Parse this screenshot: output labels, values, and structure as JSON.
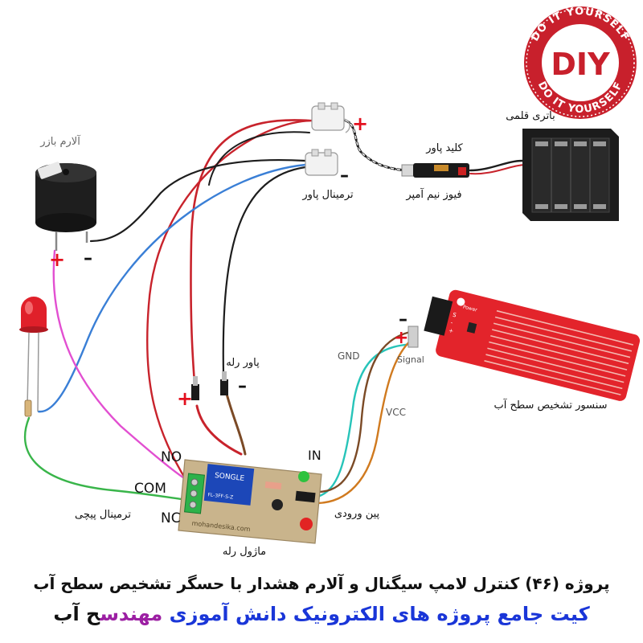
{
  "labels": {
    "buzzer": "آلارم بازر",
    "battery": "باتری قلمی",
    "power_switch": "کلید پاور",
    "fuse": "فیوز نیم آمپر",
    "power_terminal": "ترمینال پاور",
    "relay_power": "پاور رله",
    "sensor": "سنسور تشخیص  سطح آب",
    "input_pins": "پین ورودی",
    "relay_module": "ماژول رله",
    "screw_terminal": "ترمینال پیچی",
    "no": "NO",
    "com": "COM",
    "nc": "NC",
    "in": "IN",
    "gnd": "GND",
    "vcc": "VCC",
    "signal": "Signal",
    "plus": "+",
    "minus": "–"
  },
  "module": {
    "relay_brand": "SONGLE",
    "relay_model": "FL-3FF-S-Z",
    "website": "mohandesika.com",
    "sensor_brand": "Power",
    "pin_s": "S",
    "pin_minus": "-",
    "pin_plus": "+"
  },
  "logo": {
    "text": "DIY",
    "ring_top": "DO IT YOURSELF",
    "ring_bottom": "DO IT YOURSELF"
  },
  "captions": {
    "line1": "پروژه (۴۶) کنترل لامپ سیگنال و آلارم هشدار با حسگر تشخیص سطح آب",
    "line2_blue": "کیت جامع پروژه های الکترونیک دانش آموزی ",
    "line2_purple": "مهندس",
    "line2_end": "ح آب"
  },
  "colors": {
    "wire_red": "#c8232c",
    "wire_black": "#1d1d1d",
    "wire_blue": "#3a7fd6",
    "wire_green": "#39b54a",
    "wire_pink": "#e24fd1",
    "wire_cyan": "#27c4b9",
    "wire_orange": "#d07a1f",
    "wire_brown": "#7b4a26",
    "sensor_red": "#e3242b",
    "logo_red": "#c8202c",
    "sign_red": "#e3101e",
    "caption_blue": "#1a36d8",
    "caption_purple": "#9c1fa3"
  }
}
